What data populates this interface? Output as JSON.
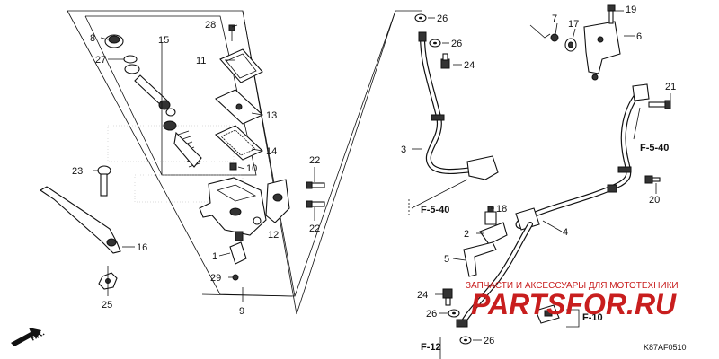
{
  "diagram": {
    "code": "K87AF0510",
    "direction_label": "FR.",
    "watermark": {
      "subtitle": "ЗАПЧАСТИ И АКСЕССУАРЫ ДЛЯ МОТОТЕХНИКИ",
      "logo": "PARTSFOR.RU"
    },
    "refs": {
      "f540a": "F-5-40",
      "f540b": "F-5-40",
      "f10": "F-10",
      "f12": "F-12"
    },
    "callouts": {
      "c1": "1",
      "c2": "2",
      "c3": "3",
      "c4": "4",
      "c5": "5",
      "c6": "6",
      "c7": "7",
      "c8": "8",
      "c9": "9",
      "c10": "10",
      "c11": "11",
      "c12": "12",
      "c13": "13",
      "c14": "14",
      "c15": "15",
      "c16": "16",
      "c17": "17",
      "c18": "18",
      "c19": "19",
      "c20": "20",
      "c21": "21",
      "c22a": "22",
      "c22b": "22",
      "c23": "23",
      "c24a": "24",
      "c24b": "24",
      "c25": "25",
      "c26a": "26",
      "c26b": "26",
      "c26c": "26",
      "c26d": "26",
      "c27": "27",
      "c28": "28",
      "c29": "29"
    }
  }
}
